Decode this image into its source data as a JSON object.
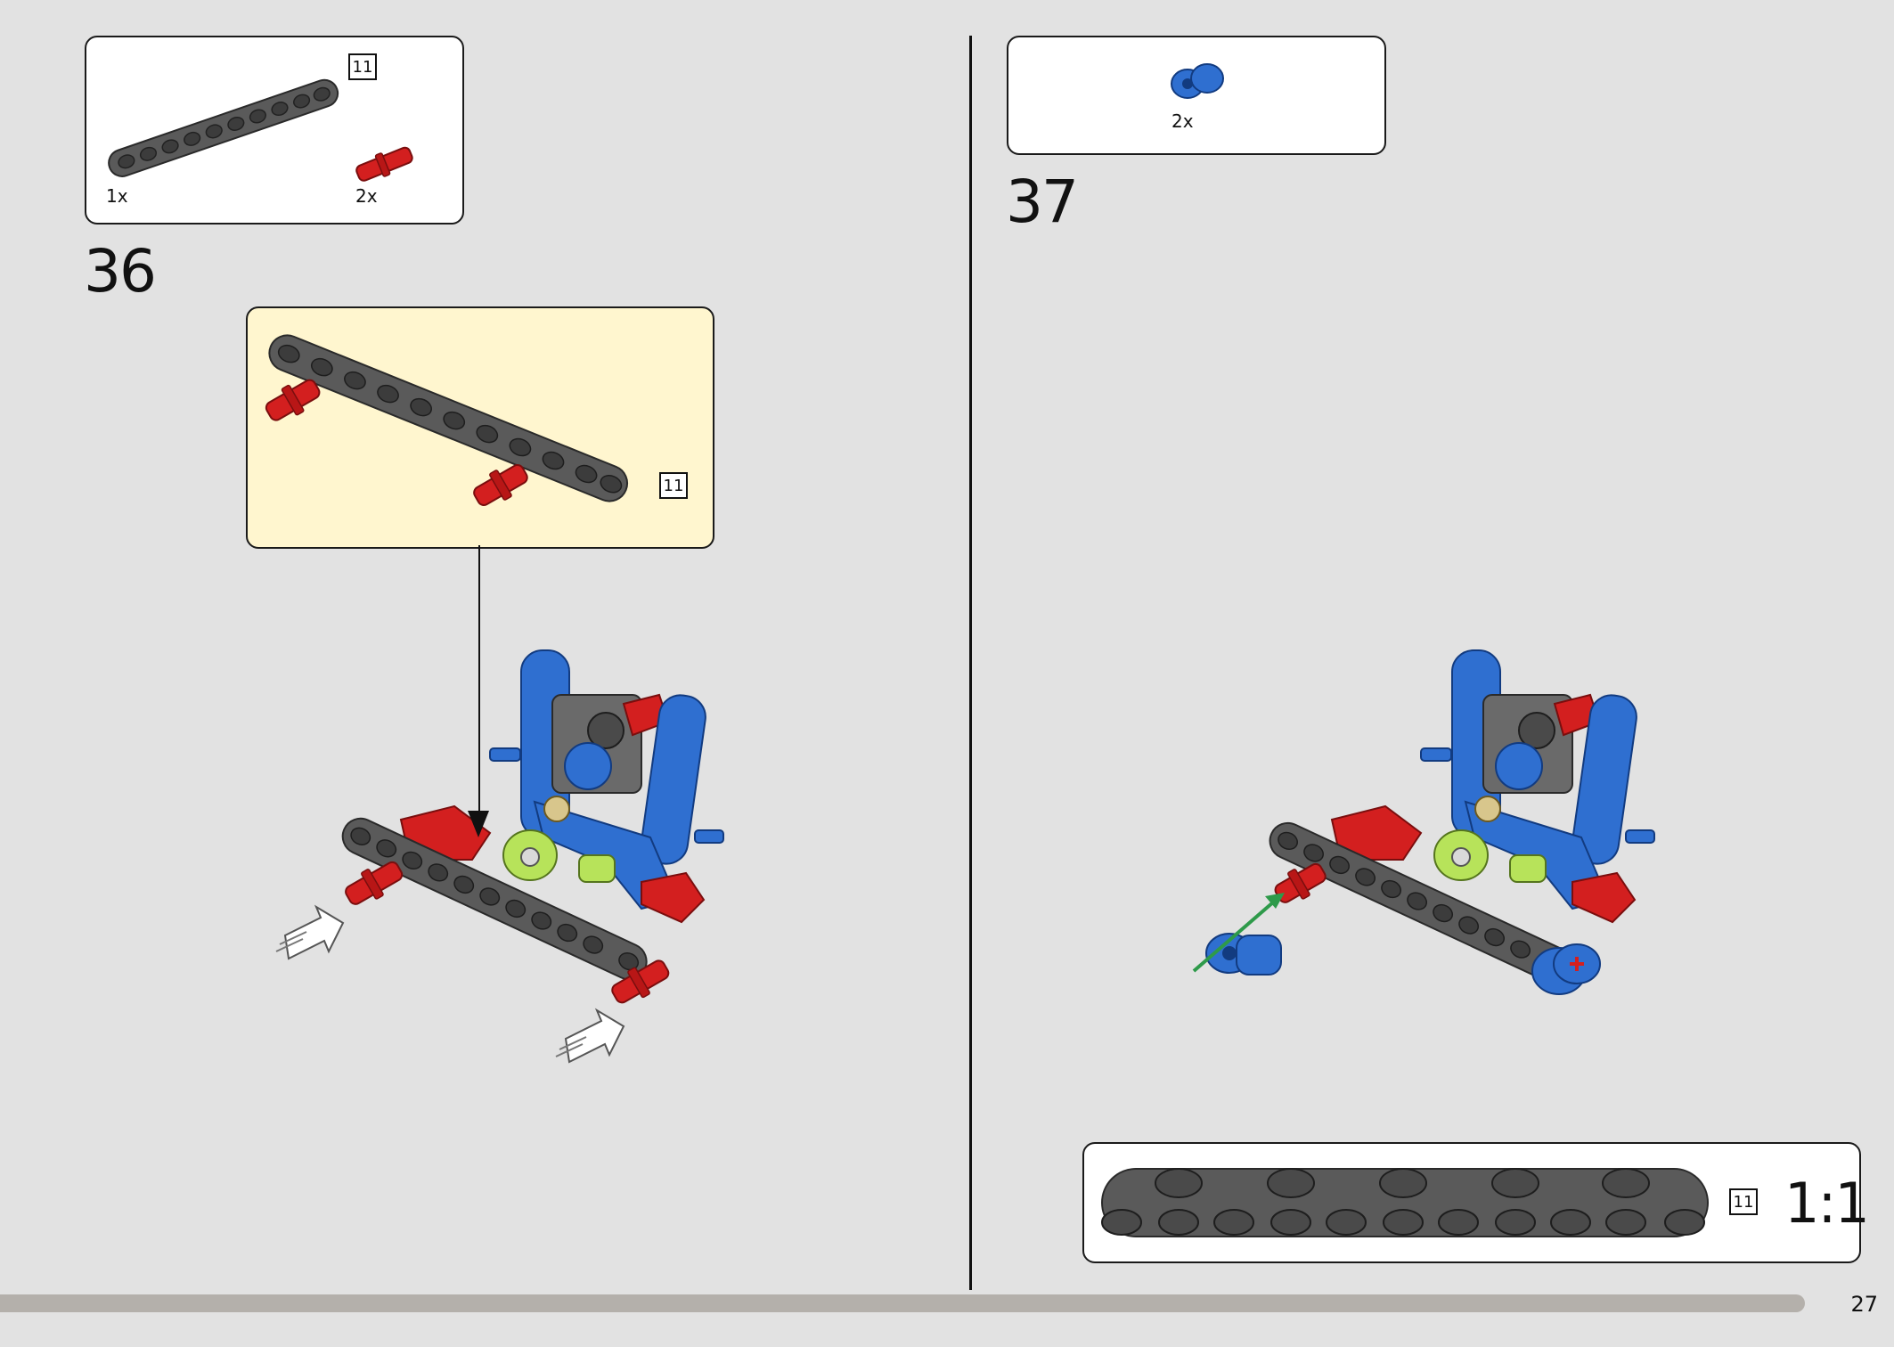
{
  "page": {
    "number": "27"
  },
  "steps": [
    {
      "number": "36",
      "parts": [
        {
          "name": "gray-beam",
          "qty": "1x",
          "length": "11"
        },
        {
          "name": "red-pin",
          "qty": "2x"
        }
      ],
      "callout": {
        "length": "11"
      }
    },
    {
      "number": "37",
      "parts": [
        {
          "name": "blue-connector",
          "qty": "2x"
        }
      ]
    }
  ],
  "scale_reference": {
    "length": "11",
    "ratio": "1:1"
  },
  "colors": {
    "background": "#e2e2e2",
    "callout_bg": "#fff6cf",
    "beam_gray": "#5a5a5a",
    "pin_red": "#d31f1f",
    "part_blue": "#2f6fd0",
    "part_lime": "#b7e35a",
    "arrow_green": "#2e9a4a",
    "progress": "#b4b0ab"
  }
}
